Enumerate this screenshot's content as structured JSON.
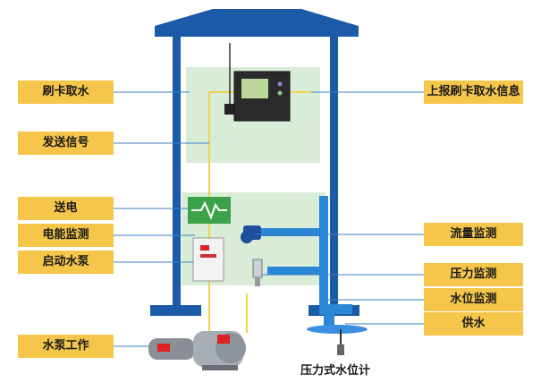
{
  "labels": {
    "swipe_card": "刷卡取水",
    "send_signal": "发送信号",
    "power_supply": "送电",
    "energy_monitor": "电能监测",
    "start_pump": "启动水泵",
    "pump_working": "水泵工作",
    "report_info": "上报刷卡取水信息",
    "flow_monitor": "流量监测",
    "pressure_monitor": "压力监测",
    "level_monitor": "水位监测",
    "water_supply": "供水"
  },
  "captions": {
    "pressure_level_meter": "压力式水位计"
  },
  "colors": {
    "roof": "#1b5aa6",
    "label_fill": "#f5c64a",
    "panel_green": "#d8ecd7",
    "pipe": "#2a86d6",
    "signal_line": "#f0d24a",
    "leader_line": "#3b7fc4"
  }
}
